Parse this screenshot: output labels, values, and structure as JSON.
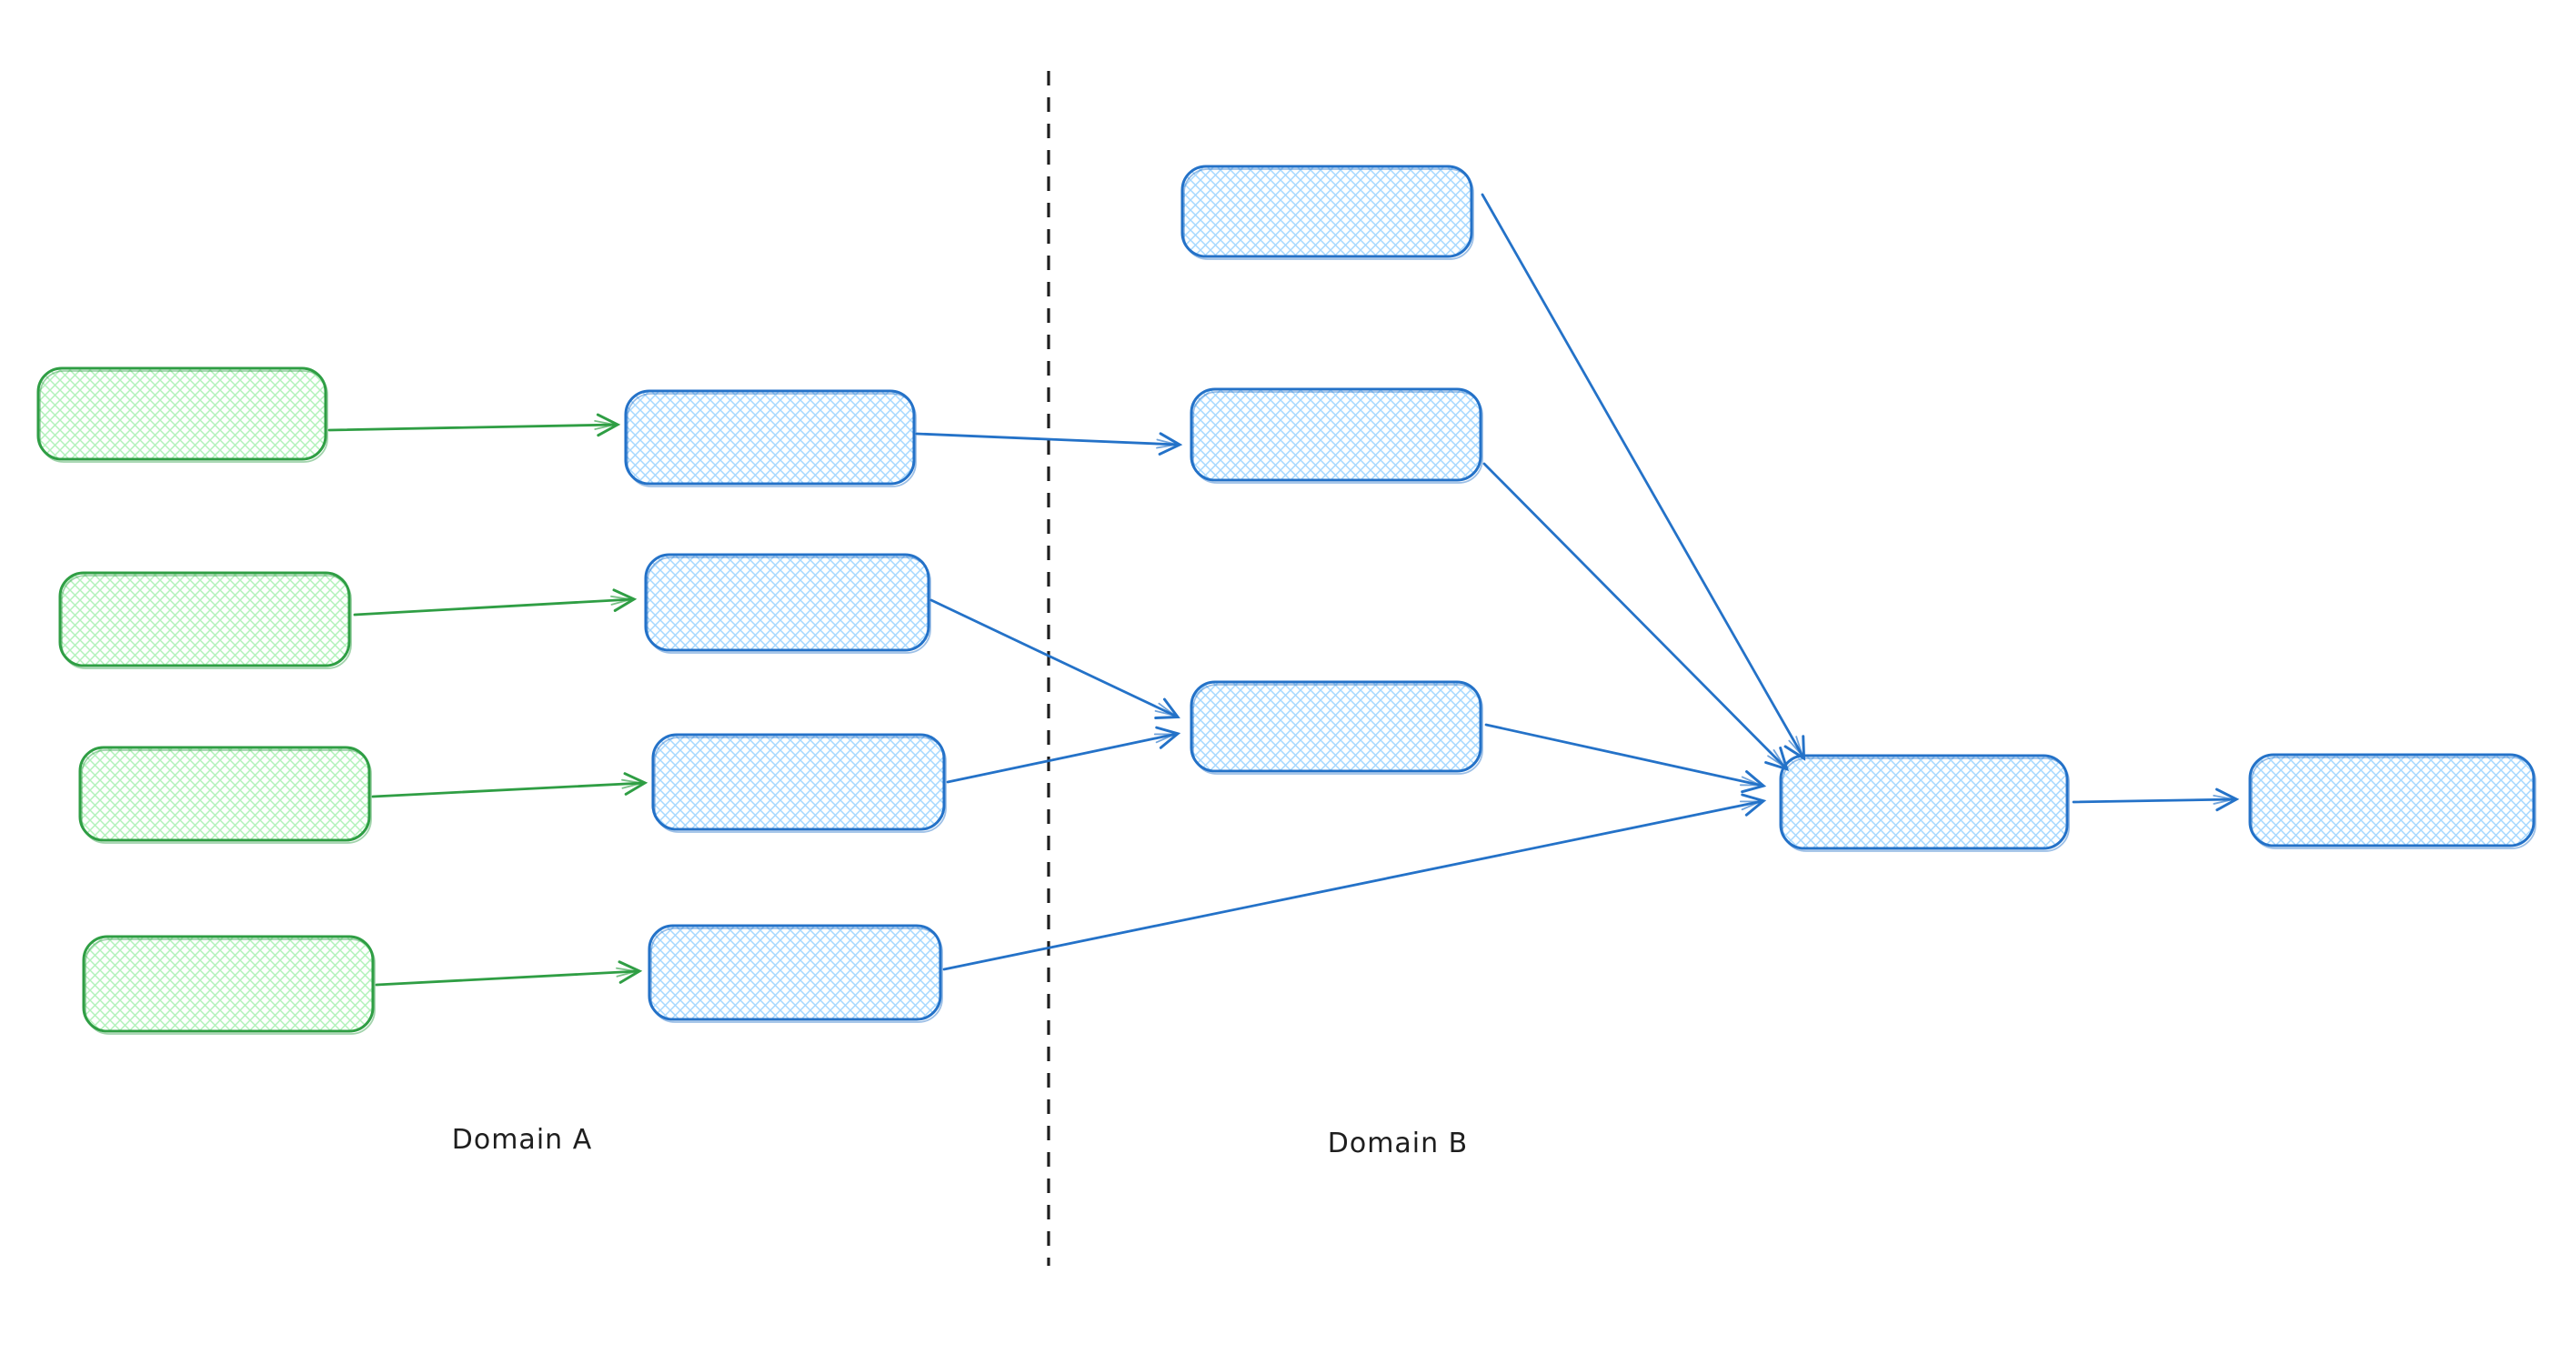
{
  "diagram": {
    "domain_a_label": "Domain A",
    "domain_b_label": "Domain B",
    "colors": {
      "green_stroke": "#2f9e44",
      "green_hatch_fill": "#b2f2bb",
      "blue_stroke": "#2472c8",
      "blue_hatch_fill": "#a5d8ff",
      "divider": "#1e1e1e",
      "label_text": "#1e1e1e",
      "background": "#ffffff"
    },
    "nodes": [
      {
        "id": "a-source-1",
        "group": "domain-a",
        "style": "green-hatched",
        "label": ""
      },
      {
        "id": "a-source-2",
        "group": "domain-a",
        "style": "green-hatched",
        "label": ""
      },
      {
        "id": "a-source-3",
        "group": "domain-a",
        "style": "green-hatched",
        "label": ""
      },
      {
        "id": "a-source-4",
        "group": "domain-a",
        "style": "green-hatched",
        "label": ""
      },
      {
        "id": "a-stage-1",
        "group": "domain-a",
        "style": "blue-hatched",
        "label": ""
      },
      {
        "id": "a-stage-2",
        "group": "domain-a",
        "style": "blue-hatched",
        "label": ""
      },
      {
        "id": "a-stage-3",
        "group": "domain-a",
        "style": "blue-hatched",
        "label": ""
      },
      {
        "id": "a-stage-4",
        "group": "domain-a",
        "style": "blue-hatched",
        "label": ""
      },
      {
        "id": "b-node-1",
        "group": "domain-b",
        "style": "blue-hatched",
        "label": ""
      },
      {
        "id": "b-node-2",
        "group": "domain-b",
        "style": "blue-hatched",
        "label": ""
      },
      {
        "id": "b-node-3",
        "group": "domain-b",
        "style": "blue-hatched",
        "label": ""
      },
      {
        "id": "b-merge",
        "group": "domain-b",
        "style": "blue-hatched",
        "label": ""
      },
      {
        "id": "b-output",
        "group": "domain-b",
        "style": "blue-hatched",
        "label": ""
      }
    ],
    "edges": [
      {
        "from": "a-source-1",
        "to": "a-stage-1",
        "color": "green"
      },
      {
        "from": "a-source-2",
        "to": "a-stage-2",
        "color": "green"
      },
      {
        "from": "a-source-3",
        "to": "a-stage-3",
        "color": "green"
      },
      {
        "from": "a-source-4",
        "to": "a-stage-4",
        "color": "green"
      },
      {
        "from": "a-stage-1",
        "to": "b-node-2",
        "color": "blue"
      },
      {
        "from": "a-stage-2",
        "to": "b-node-3",
        "color": "blue"
      },
      {
        "from": "a-stage-3",
        "to": "b-node-3",
        "color": "blue"
      },
      {
        "from": "a-stage-4",
        "to": "b-merge",
        "color": "blue"
      },
      {
        "from": "b-node-1",
        "to": "b-merge",
        "color": "blue"
      },
      {
        "from": "b-node-2",
        "to": "b-merge",
        "color": "blue"
      },
      {
        "from": "b-node-3",
        "to": "b-merge",
        "color": "blue"
      },
      {
        "from": "b-merge",
        "to": "b-output",
        "color": "blue"
      }
    ]
  }
}
